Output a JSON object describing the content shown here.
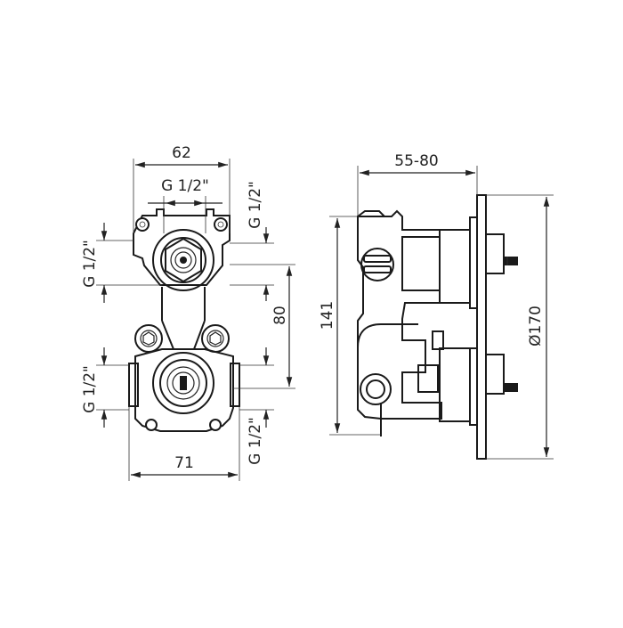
{
  "drawing": {
    "front_view": {
      "dim_width_top": "62",
      "dim_inlet_top": "G 1/2\"",
      "dim_port_top_right": "G 1/2\"",
      "dim_port_left_upper": "G 1/2\"",
      "dim_spacing": "80",
      "dim_port_left_lower": "G 1/2\"",
      "dim_port_bottom_right": "G 1/2\"",
      "dim_width_bottom": "71"
    },
    "side_view": {
      "dim_depth": "55-80",
      "dim_height": "141",
      "dim_plate_diameter": "Ø170"
    }
  }
}
